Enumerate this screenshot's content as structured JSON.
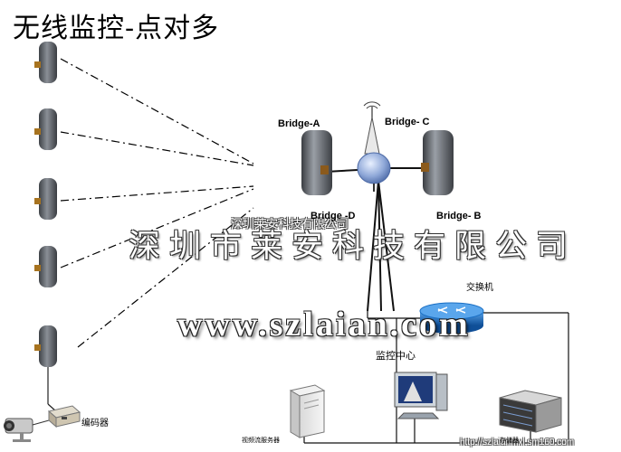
{
  "title": "无线监控-点对多",
  "bridges": {
    "a": "Bridge-A",
    "b": "Bridge- B",
    "c": "Bridge- C",
    "d": "Bridge -D"
  },
  "devices": {
    "switch": "交换机",
    "monitor_center": "监控中心",
    "encoder": "编码器",
    "stream_server": "视频流服务器",
    "storage": "存储器"
  },
  "watermarks": {
    "company_large": "深圳市莱安科技有限公司",
    "company_small": "深圳莱安科技有限公司",
    "url": "www.szlaian.com",
    "corner": "http://szlaianmxl.sm160.com"
  },
  "colors": {
    "line": "#000000",
    "wire": "#222222",
    "router": "#1a6fc4",
    "cpe_body": "#5f6368"
  }
}
